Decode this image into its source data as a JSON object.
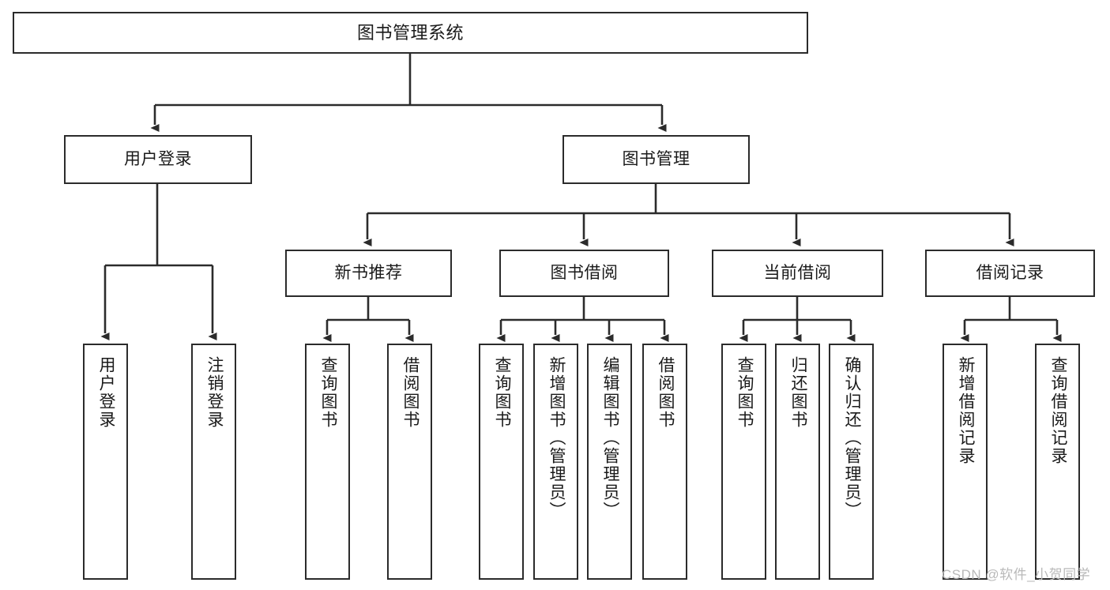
{
  "diagram": {
    "title": "图书管理系统",
    "watermark": "CSDN @软件_小贺同学",
    "line_color": "#2b2b2b",
    "box_fill": "#ffffff",
    "text_color": "#1a1a1a",
    "background": "#ffffff"
  },
  "nodes": {
    "root": {
      "label": "图书管理系统"
    },
    "level2": [
      {
        "label": "用户登录"
      },
      {
        "label": "图书管理"
      }
    ],
    "level3": [
      {
        "label": "新书推荐"
      },
      {
        "label": "图书借阅"
      },
      {
        "label": "当前借阅"
      },
      {
        "label": "借阅记录"
      }
    ],
    "leaves": {
      "user_login": [
        {
          "label": "用户登录"
        },
        {
          "label": "注销登录"
        }
      ],
      "new_book": [
        {
          "label": "查询图书"
        },
        {
          "label": "借阅图书"
        }
      ],
      "borrow": [
        {
          "label": "查询图书"
        },
        {
          "label": "新增图书（管理员）"
        },
        {
          "label": "编辑图书（管理员）"
        },
        {
          "label": "借阅图书"
        }
      ],
      "current": [
        {
          "label": "查询图书"
        },
        {
          "label": "归还图书"
        },
        {
          "label": "确认归还（管理员）"
        }
      ],
      "records": [
        {
          "label": "新增借阅记录"
        },
        {
          "label": "查询借阅记录"
        }
      ]
    }
  }
}
